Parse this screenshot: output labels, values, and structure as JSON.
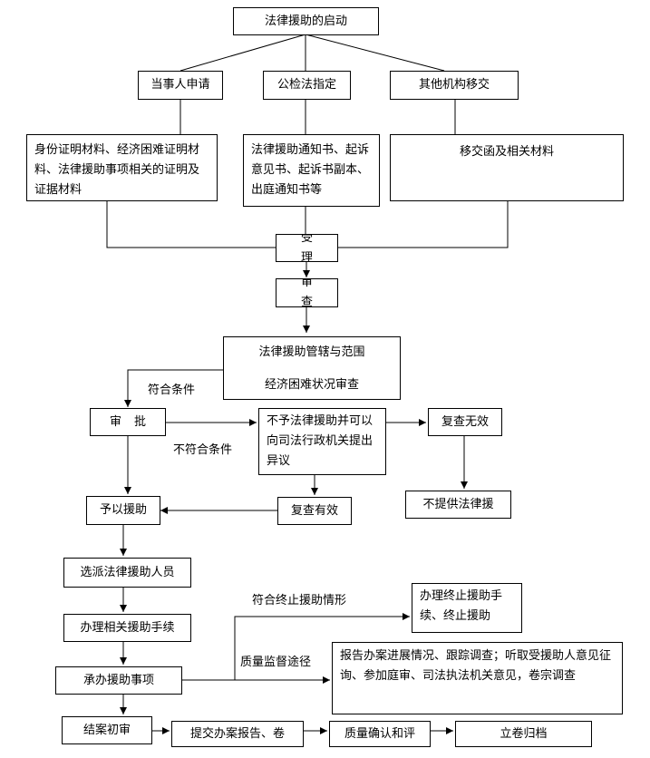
{
  "nodes": {
    "start": "法律援助的启动",
    "party_apply": "当事人申请",
    "court_assign": "公检法指定",
    "other_transfer": "其他机构移交",
    "party_materials": "身份证明材料、经济困难证明材料、法律援助事项相关的证明及证据材料",
    "court_materials": "法律援助通知书、起诉意见书、起诉书副本、出庭通知书等",
    "transfer_materials": "移交函及相关材料",
    "accept": "受理",
    "review": "审查",
    "jurisdiction": "法律援助管辖与范围",
    "economic_review": "经济困难状况审查",
    "approval": "审批",
    "deny": "不予法律援助并可以向司法行政机关提出异议",
    "recheck_invalid": "复查无效",
    "no_aid": "不提供法律援",
    "recheck_valid": "复查有效",
    "grant_aid": "予以援助",
    "assign_staff": "选派法律援助人员",
    "handle_procedures": "办理相关援助手续",
    "undertake": "承办援助事项",
    "terminate": "办理终止援助手续、终止援助",
    "quality_report": "报告办案进展情况、跟踪调查；听取受援助人意见征询、参加庭审、司法执法机关意见，卷宗调查",
    "close_case": "结案初审",
    "submit_report": "提交办案报告、卷",
    "quality_confirm": "质量确认和评",
    "archive": "立卷归档"
  },
  "labels": {
    "meets_conditions": "符合条件",
    "not_meets_conditions": "不符合条件",
    "terminate_condition": "符合终止援助情形",
    "quality_supervision": "质量监督途径"
  }
}
